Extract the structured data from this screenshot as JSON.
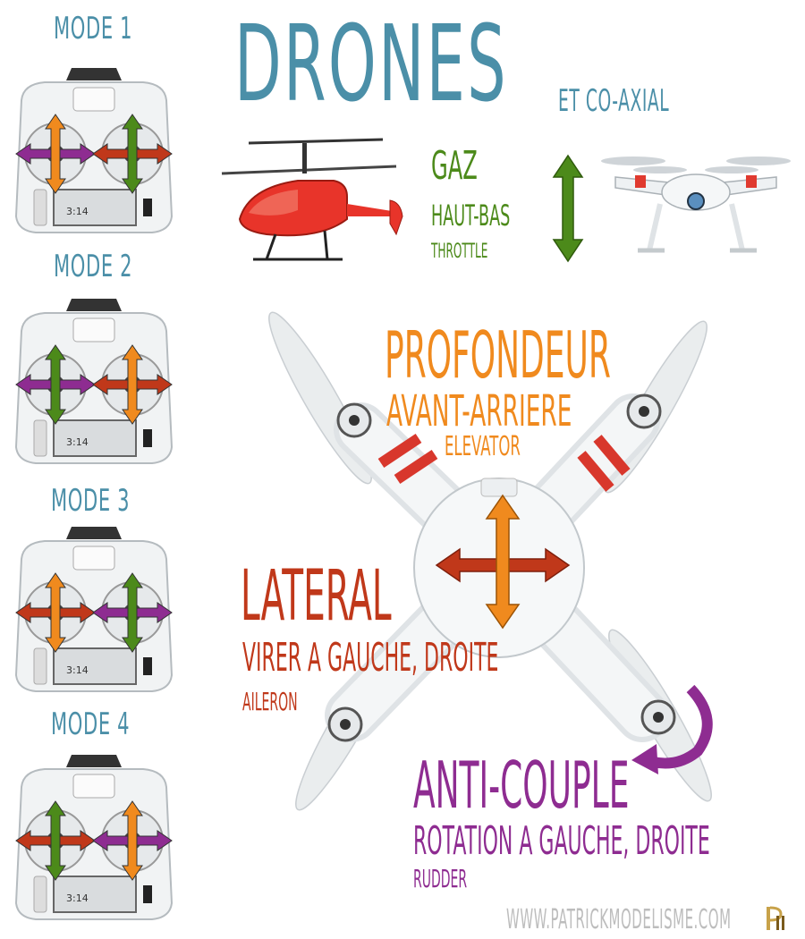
{
  "title": "DRONES",
  "subtitle": "ET CO-AXIAL",
  "modes": [
    {
      "label": "MODE 1"
    },
    {
      "label": "MODE 2"
    },
    {
      "label": "MODE 3"
    },
    {
      "label": "MODE 4"
    }
  ],
  "controls": {
    "gaz": {
      "title": "GAZ",
      "subtitle": "HAUT-BAS",
      "english": "THROTTLE"
    },
    "profondeur": {
      "title": "PROFONDEUR",
      "subtitle": "AVANT-ARRIERE",
      "english": "ELEVATOR"
    },
    "lateral": {
      "title": "LATERAL",
      "subtitle": "VIRER A GAUCHE, DROITE",
      "english": "AILERON"
    },
    "anticouple": {
      "title": "ANTI-COUPLE",
      "subtitle": "ROTATION A GAUCHE, DROITE",
      "english": "RUDDER"
    }
  },
  "remote_screen_text": "3:14",
  "website": "WWW.PATRICKMODELISME.COM",
  "colors": {
    "throttle": "#4c8a1a",
    "elevator": "#f08a1e",
    "aileron": "#c0381a",
    "rudder": "#8e2c91",
    "title": "#4b8fa8"
  }
}
